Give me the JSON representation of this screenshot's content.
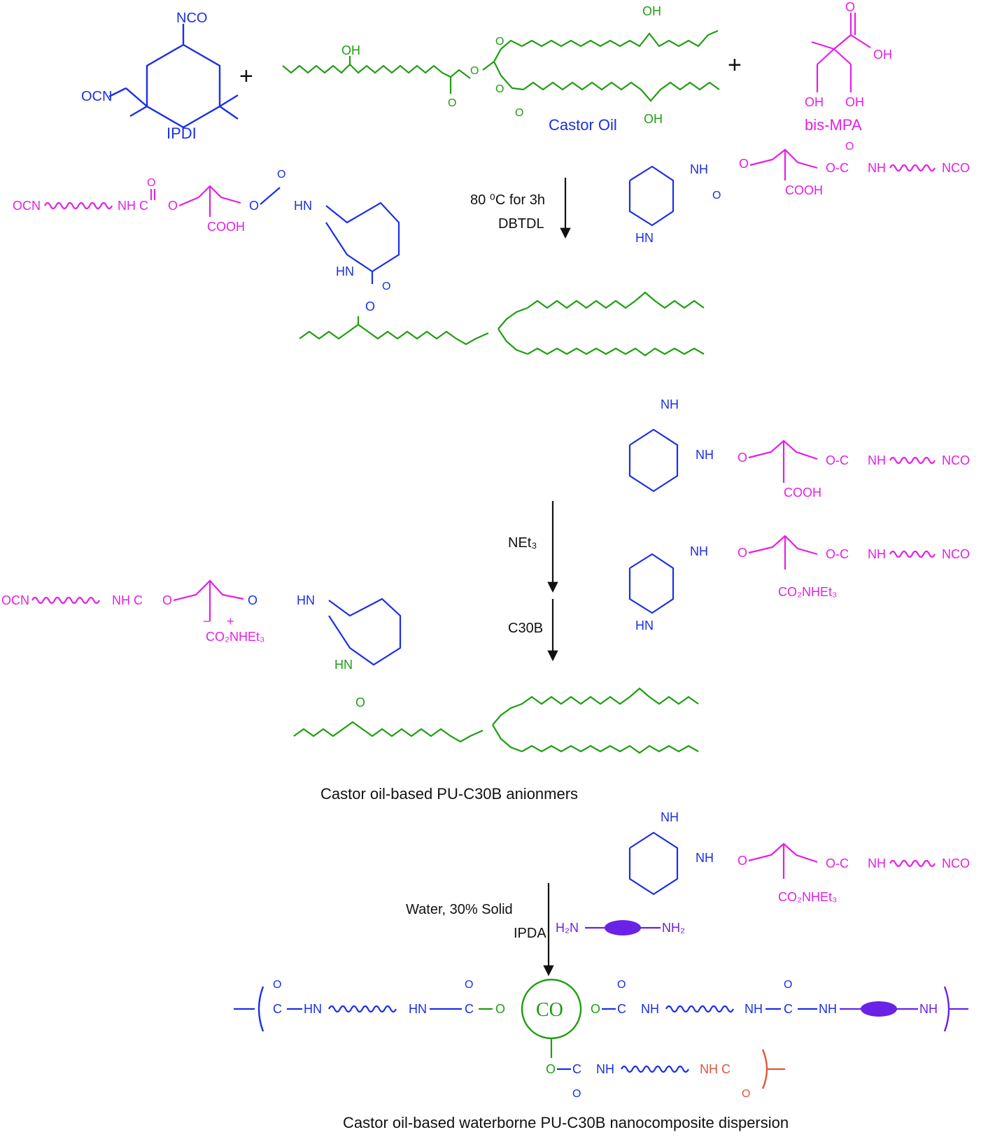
{
  "colors": {
    "ipdi": "#1a2fe6",
    "castor": "#1f9e10",
    "bismpa": "#e61ee6",
    "black": "#111111",
    "ipda": "#6a22e6",
    "chain_end": "#e0553a"
  },
  "reactants": {
    "ipdi": {
      "name": "IPDI",
      "nco": "NCO",
      "ocn": "OCN"
    },
    "castor_oil": {
      "name": "Castor Oil",
      "oh": "OH",
      "o": "O"
    },
    "bismpa": {
      "name": "bis-MPA",
      "oh": "OH",
      "o": "O"
    },
    "plus": "+"
  },
  "steps": {
    "step1_temp": "80 ⁰C for 3h",
    "step1_catalyst": "DBTDL",
    "step2_neutralizer": "NEt₃",
    "step3_clay": "C30B",
    "step4_medium": "Water, 30% Solid",
    "step4_extender": "IPDA"
  },
  "fragments": {
    "nco": "NCO",
    "ocn": "OCN",
    "nh": "NH",
    "hn": "HN",
    "nhc": "NH C",
    "oc": "O-C",
    "cooh": "COOH",
    "o": "O",
    "c": "C",
    "salt": "CO₂NHEt₃",
    "charge_minus": "−",
    "charge_plus": "+",
    "h2n": "H₂N",
    "nh2": "NH₂",
    "co_core": "CO"
  },
  "labels": {
    "anionomer": "Castor oil-based PU-C30B anionmers",
    "dispersion": "Castor oil-based waterborne PU-C30B nanocomposite dispersion"
  }
}
